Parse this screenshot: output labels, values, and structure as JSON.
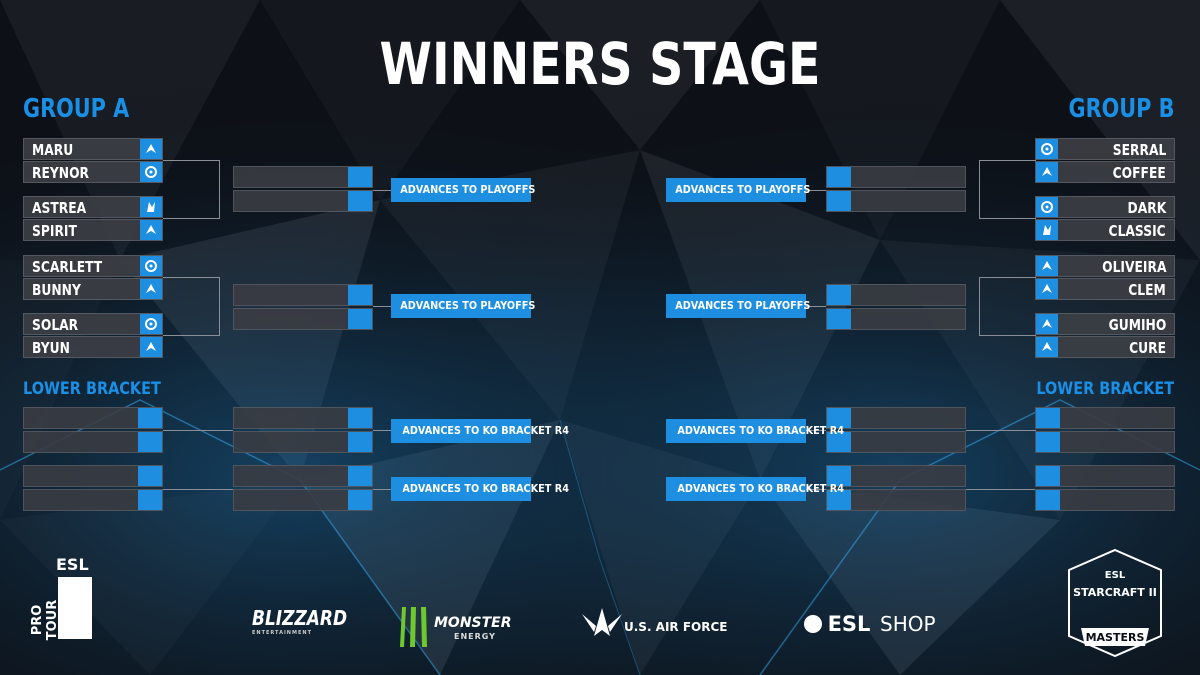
{
  "title": "WINNERS STAGE",
  "group_a": {
    "title": "GROUP A",
    "players": [
      {
        "name": "MARU",
        "race": "terran-icon"
      },
      {
        "name": "REYNOR",
        "race": "zerg-icon"
      },
      {
        "name": "ASTREA",
        "race": "protoss-icon"
      },
      {
        "name": "SPIRIT",
        "race": "terran-icon"
      },
      {
        "name": "SCARLETT",
        "race": "zerg-icon"
      },
      {
        "name": "BUNNY",
        "race": "terran-icon"
      },
      {
        "name": "SOLAR",
        "race": "zerg-icon"
      },
      {
        "name": "BYUN",
        "race": "terran-icon"
      }
    ],
    "lower_bracket": "LOWER BRACKET"
  },
  "group_b": {
    "title": "GROUP B",
    "players": [
      {
        "name": "SERRAL",
        "race": "zerg-icon"
      },
      {
        "name": "COFFEE",
        "race": "terran-icon"
      },
      {
        "name": "DARK",
        "race": "zerg-icon"
      },
      {
        "name": "CLASSIC",
        "race": "protoss-icon"
      },
      {
        "name": "OLIVEIRA",
        "race": "terran-icon"
      },
      {
        "name": "CLEM",
        "race": "terran-icon"
      },
      {
        "name": "GUMIHO",
        "race": "terran-icon"
      },
      {
        "name": "CURE",
        "race": "terran-icon"
      }
    ],
    "lower_bracket": "LOWER BRACKET"
  },
  "advances": {
    "playoffs": "ADVANCES TO PLAYOFFS",
    "ko": "ADVANCES TO KO BRACKET R4"
  },
  "sponsors": {
    "pro_tour": "PRO TOUR",
    "esl": "ESL",
    "blizzard": "BLIZZARD",
    "blizzard_sub": "ENTERTAINMENT",
    "monster": "MONSTER",
    "monster_sub": "ENERGY",
    "airforce": "U.S. AIR FORCE",
    "esl_shop_esl": "ESL",
    "esl_shop_shop": "SHOP",
    "masters_esl": "ESL",
    "masters_game": "STARCRAFT II",
    "masters_label": "MASTERS"
  },
  "colors": {
    "accent": "#1e8fe0",
    "background": "#0b0e14",
    "slot": "#3c3e44",
    "text": "#ffffff"
  }
}
